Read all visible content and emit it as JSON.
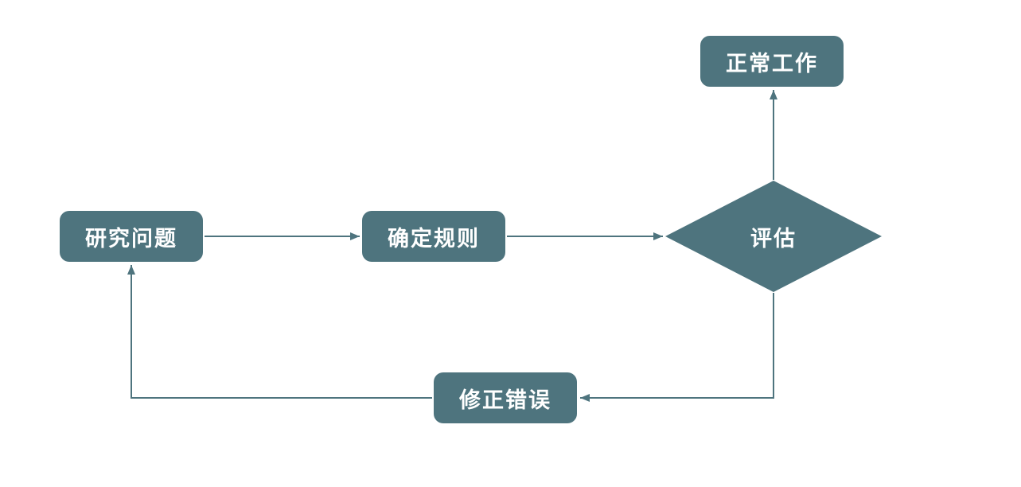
{
  "diagram": {
    "type": "flowchart",
    "colors": {
      "node": "#4e747e",
      "arrow": "#4e747e",
      "text": "#ffffff",
      "background": "#ffffff"
    },
    "nodes": {
      "research": {
        "label": "研究问题",
        "shape": "rounded-rectangle"
      },
      "rules": {
        "label": "确定规则",
        "shape": "rounded-rectangle"
      },
      "evaluate": {
        "label": "评估",
        "shape": "diamond"
      },
      "normal": {
        "label": "正常工作",
        "shape": "rounded-rectangle"
      },
      "fix": {
        "label": "修正错误",
        "shape": "rounded-rectangle"
      }
    },
    "edges": [
      {
        "from": "research",
        "to": "rules"
      },
      {
        "from": "rules",
        "to": "evaluate"
      },
      {
        "from": "evaluate",
        "to": "normal"
      },
      {
        "from": "evaluate",
        "to": "fix"
      },
      {
        "from": "fix",
        "to": "research"
      }
    ]
  }
}
